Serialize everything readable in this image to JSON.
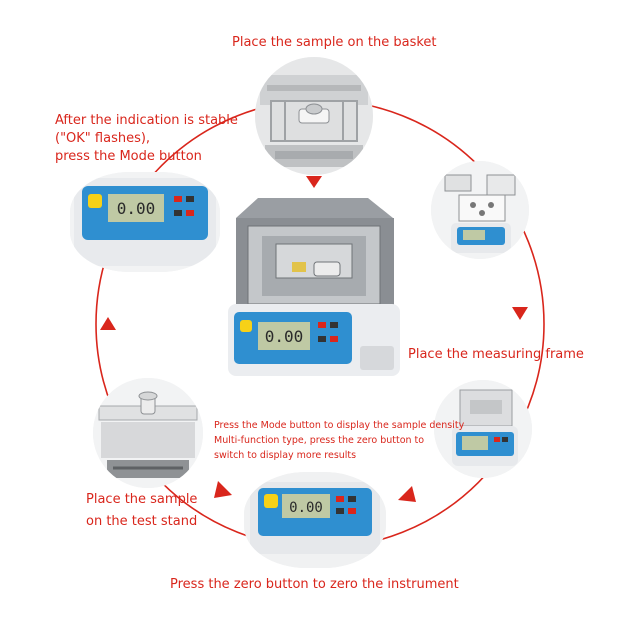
{
  "steps": {
    "top": "Place the sample on the basket",
    "right": "Place the measuring frame",
    "bottom": "Press the zero button to zero the instrument",
    "left": [
      "Place the sample",
      "on the test stand"
    ],
    "top_left": [
      "After the indication is stable",
      "(\"OK\" flashes),",
      "press the Mode button"
    ],
    "center_note": [
      "Press the Mode button to display the sample density",
      "Multi-function type, press the zero button to",
      "switch to display more results"
    ]
  },
  "displays": {
    "main": "0.00",
    "top_left": "0.00",
    "bottom": "0.00"
  },
  "colors": {
    "accent": "#d9261c",
    "device_blue": "#2f8fd0",
    "device_body": "#eef0f2",
    "lcd": "#bfc9a4"
  }
}
